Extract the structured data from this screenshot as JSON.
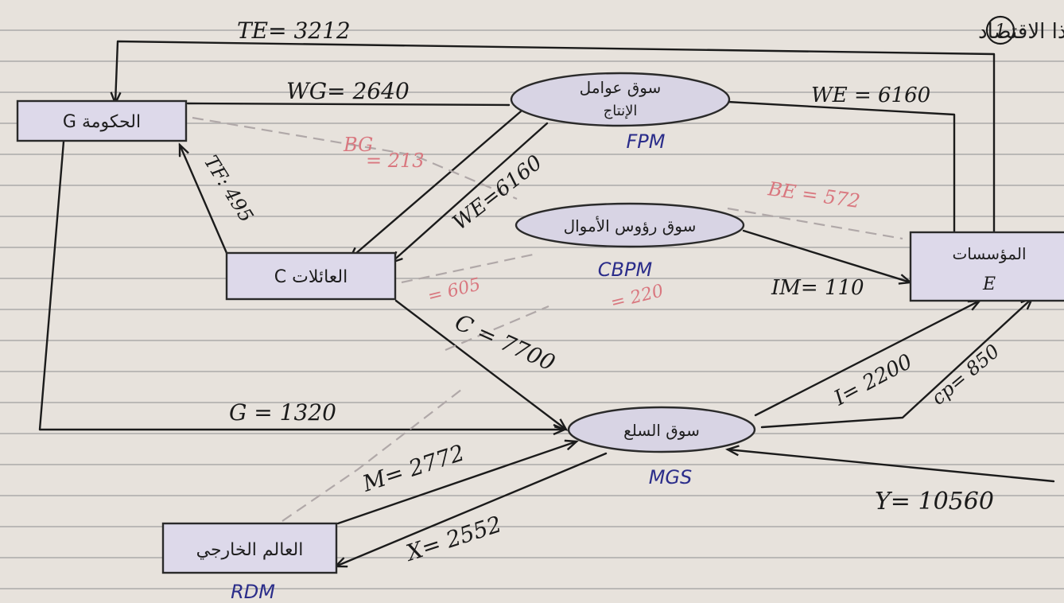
{
  "title": {
    "number": "1",
    "text": "رسم الدورة الاقتصادية لهذا الاقتصاد"
  },
  "nodes": {
    "government": {
      "label": "الحكومة G"
    },
    "households": {
      "label": "العائلات C"
    },
    "firms": {
      "label": "المؤسسات",
      "sub": "E"
    },
    "rdm": {
      "label": "العالم الخارجي",
      "code": "RDM"
    },
    "fpm": {
      "label": "سوق عوامل",
      "label2": "الإنتاج",
      "code": "FPM"
    },
    "cpm": {
      "label": "سوق رؤوس الأموال",
      "code": "CBPM"
    },
    "mgs": {
      "label": "سوق السلع",
      "code": "MGS"
    }
  },
  "flows": {
    "te": "TE= 3212",
    "wg": "WG= 2640",
    "we_top": "WE = 6160",
    "we_diag": "WE=6160",
    "tf": "TF: 495",
    "im": "IM= 110",
    "c": "C = 7700",
    "g": "G = 1320",
    "i": "I= 2200",
    "cp": "cp= 850",
    "m": "M= 2772",
    "x": "X= 2552",
    "y": "Y= 10560"
  },
  "notes": {
    "bg": "BG",
    "bg_val": "= 213",
    "be": "BE = 572",
    "sf": "= 605",
    "bf": "= 220"
  },
  "colors": {
    "ink": "#1b1b1b",
    "blue_ink": "#2b2d8a",
    "red_ink": "#d9777f",
    "paper": "#e7e2dc"
  }
}
